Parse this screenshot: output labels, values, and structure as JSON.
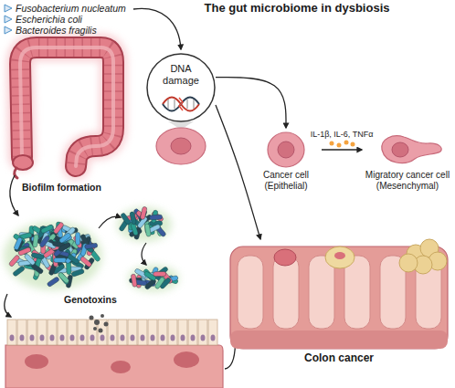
{
  "diagram": {
    "title": "The gut microbiome in dysbiosis",
    "nodes": [
      {
        "text": [
          "DNA damage"
        ]
      },
      {
        "text": [
          "Cancer cell (Epithelial)"
        ]
      },
      {
        "text": [
          "Migratory cancer cell (Mesenchymal)"
        ]
      },
      {
        "text": [
          "Colon cancer"
        ]
      }
    ],
    "edges": [
      {
        "from": 0,
        "to": 1,
        "arrow": "to"
      },
      {
        "from": 1,
        "to": 2,
        "label": "IL-1β, IL-6, TNFα",
        "arrow": "to"
      },
      {
        "from": 0,
        "to": 3,
        "arrow": "to"
      }
    ],
    "labels": [
      "Fusobacterium nucleatum",
      "Escherichia coli",
      "Bacteroides fragilis",
      "Biofilm formation",
      "Genotoxins"
    ]
  }
}
